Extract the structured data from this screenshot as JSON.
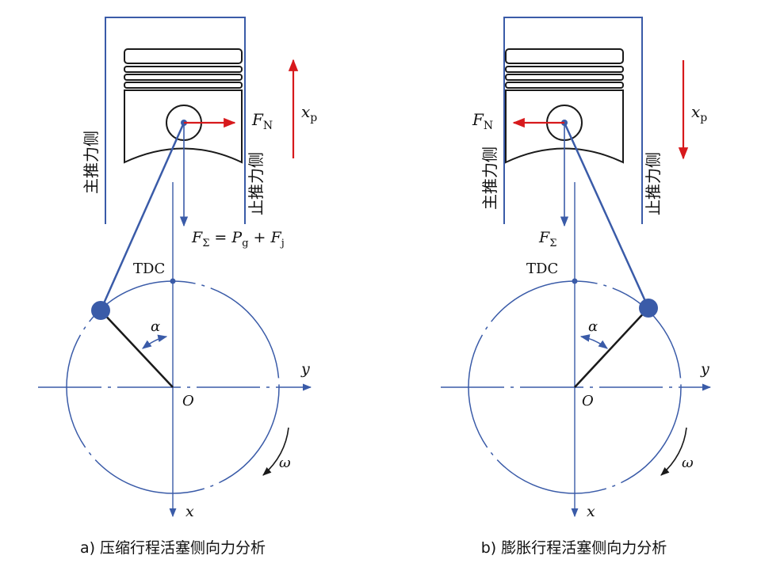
{
  "panels": [
    {
      "caption": "a) 压缩行程活塞侧向力分析",
      "side_left": "主推力侧",
      "side_right": "止推力侧",
      "force_normal": "F",
      "force_normal_sub": "N",
      "stroke_label": "x",
      "stroke_label_sub": "p",
      "force_sum_main": "F",
      "force_sum_sub": "Σ",
      "force_sum_eq": " = ",
      "force_pg": "P",
      "force_pg_sub": "g",
      "force_plus": " + ",
      "force_fj": "F",
      "force_fj_sub": "j",
      "tdc": "TDC",
      "angle": "α",
      "origin": "O",
      "y_axis": "y",
      "x_axis": "x",
      "omega": "ω"
    },
    {
      "caption": "b) 膨胀行程活塞侧向力分析",
      "side_left": "主推力侧",
      "side_right": "止推力侧",
      "force_normal": "F",
      "force_normal_sub": "N",
      "stroke_label": "x",
      "stroke_label_sub": "p",
      "force_sum_main": "F",
      "force_sum_sub": "Σ",
      "tdc": "TDC",
      "angle": "α",
      "origin": "O",
      "y_axis": "y",
      "x_axis": "x",
      "omega": "ω"
    }
  ],
  "colors": {
    "structure": "#3a5ba8",
    "piston": "#1a1a1a",
    "force": "#d7191c"
  }
}
